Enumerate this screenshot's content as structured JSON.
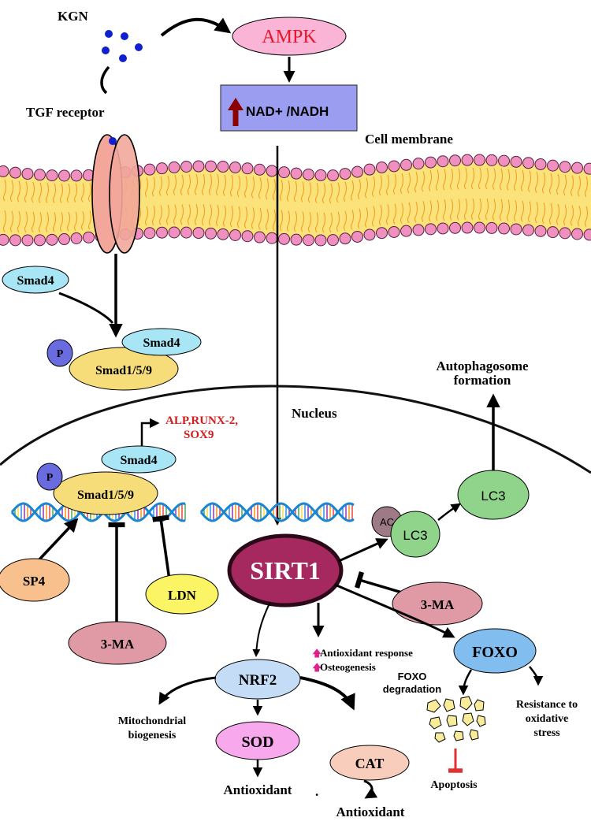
{
  "extracellular": {
    "ligand": "KGN",
    "receptor": "TGF receptor",
    "ampk": "AMPK",
    "nad_box": "NAD+ /NADH",
    "membrane_label": "Cell membrane"
  },
  "cytoplasm": {
    "smad4_free": "Smad4",
    "smad4_bound": "Smad4",
    "smad159": "Smad1/5/9",
    "phospho": "P"
  },
  "nucleus": {
    "label": "Nucleus",
    "genes_line1": "ALP,RUNX-2,",
    "genes_line2": "SOX9",
    "smad4": "Smad4",
    "smad159": "Smad1/5/9",
    "phospho": "P",
    "sp4": "SP4",
    "ldn": "LDN",
    "inhibitor_left": "3-MA",
    "sirt1": "SIRT1",
    "ac": "AC",
    "lc3_acetyl": "LC3",
    "lc3": "LC3",
    "inhibitor_right": "3-MA",
    "autophagosome_line1": "Autophagosome",
    "autophagosome_line2": "formation",
    "antioxidant_response": "Antioxidant response",
    "osteogenesis": "Osteogenesis",
    "foxo": "FOXO",
    "foxo_degradation_line1": "FOXO",
    "foxo_degradation_line2": "degradation",
    "resistance_line1": "Resistance to",
    "resistance_line2": "oxidative",
    "resistance_line3": "stress",
    "apoptosis": "Apoptosis",
    "nrf2": "NRF2",
    "sod": "SOD",
    "cat": "CAT",
    "mito_line1": "Mitochondrial",
    "mito_line2": "biogenesis",
    "antioxidant_sod": "Antioxidant",
    "antioxidant_cat": "Antioxidant",
    "dot": "."
  },
  "colors": {
    "ampk_fill": "#f9b4d6",
    "ampk_text": "#e8162b",
    "nad_box": "#9b9df0",
    "nad_arrow": "#8b0000",
    "smad4": "#a8e6f5",
    "smad159": "#f7dd7a",
    "phospho": "#6b6be0",
    "receptor": "#f2a79a",
    "membrane_bead": "#f090c0",
    "membrane_core": "#fbe27a",
    "sirt1": "#a5285e",
    "sp4": "#f8c08c",
    "ldn": "#fbf464",
    "inhibitor": "#e09aa6",
    "lc3": "#8fd48a",
    "ac": "#9d7a86",
    "foxo": "#82bdf0",
    "nrf2": "#c4dcf5",
    "sod": "#f8a8ec",
    "cat": "#f8cdbc",
    "gene_text": "#d41c1c",
    "up_arrow": "#e0208c",
    "apoptosis_block": "#e03030"
  }
}
